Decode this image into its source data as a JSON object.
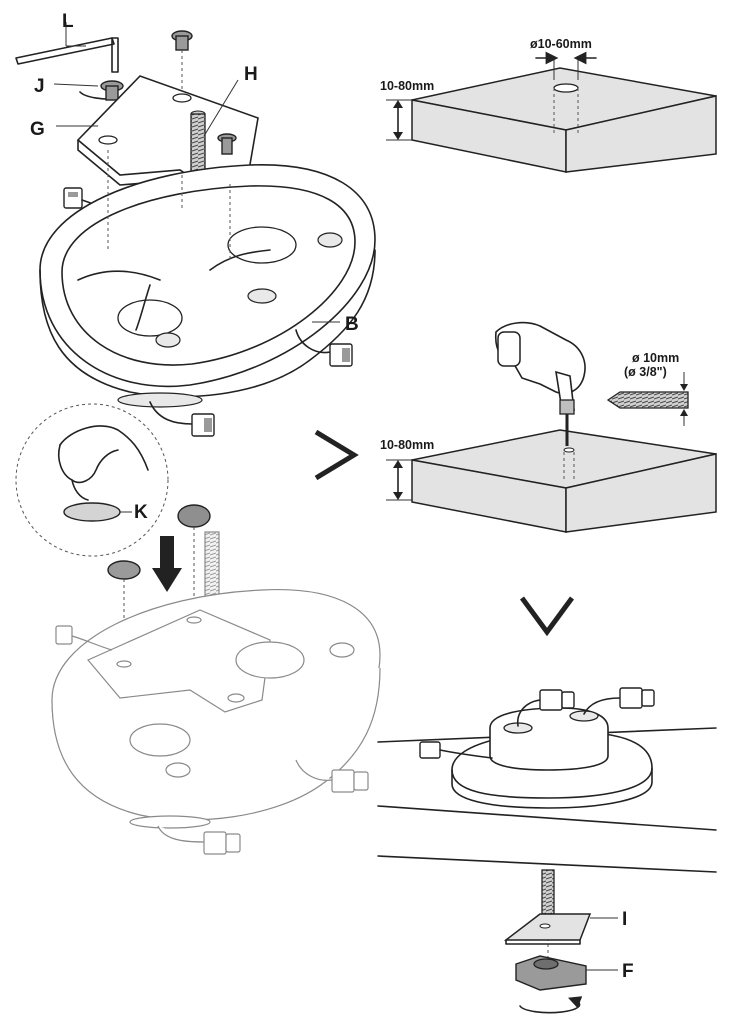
{
  "labels": {
    "L": "L",
    "J": "J",
    "G": "G",
    "H": "H",
    "B": "B",
    "K": "K",
    "I": "I",
    "F": "F"
  },
  "dimensions": {
    "hole_diameter_range": "ø10-60mm",
    "desk_thickness_top": "10-80mm",
    "desk_thickness_bottom": "10-80mm",
    "drill_bit_metric": "ø 10mm",
    "drill_bit_imperial": "(ø 3/8\")"
  }
}
